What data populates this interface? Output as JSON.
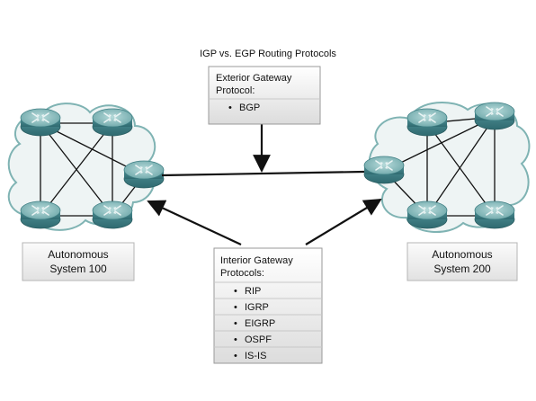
{
  "title": "IGP vs. EGP Routing Protocols",
  "egp_box": {
    "heading_line1": "Exterior Gateway",
    "heading_line2": "Protocol:",
    "items": [
      "BGP"
    ]
  },
  "igp_box": {
    "heading_line1": "Interior Gateway",
    "heading_line2": "Protocols:",
    "items": [
      "RIP",
      "IGRP",
      "EIGRP",
      "OSPF",
      "IS-IS"
    ]
  },
  "as_left": {
    "line1": "Autonomous",
    "line2": "System 100"
  },
  "as_right": {
    "line1": "Autonomous",
    "line2": "System 200"
  },
  "bullet": "•",
  "colors": {
    "router_top": "#8fc0c0",
    "router_side": "#3f7f84",
    "cloud_fill": "#eef4f4",
    "cloud_stroke": "#7fb3b3",
    "box_fill_top": "#ffffff",
    "box_fill_bottom": "#dcdcdc",
    "box_stroke": "#9a9a9a",
    "line": "#111111"
  },
  "icons": [
    "router-icon",
    "cloud-icon",
    "arrow"
  ]
}
